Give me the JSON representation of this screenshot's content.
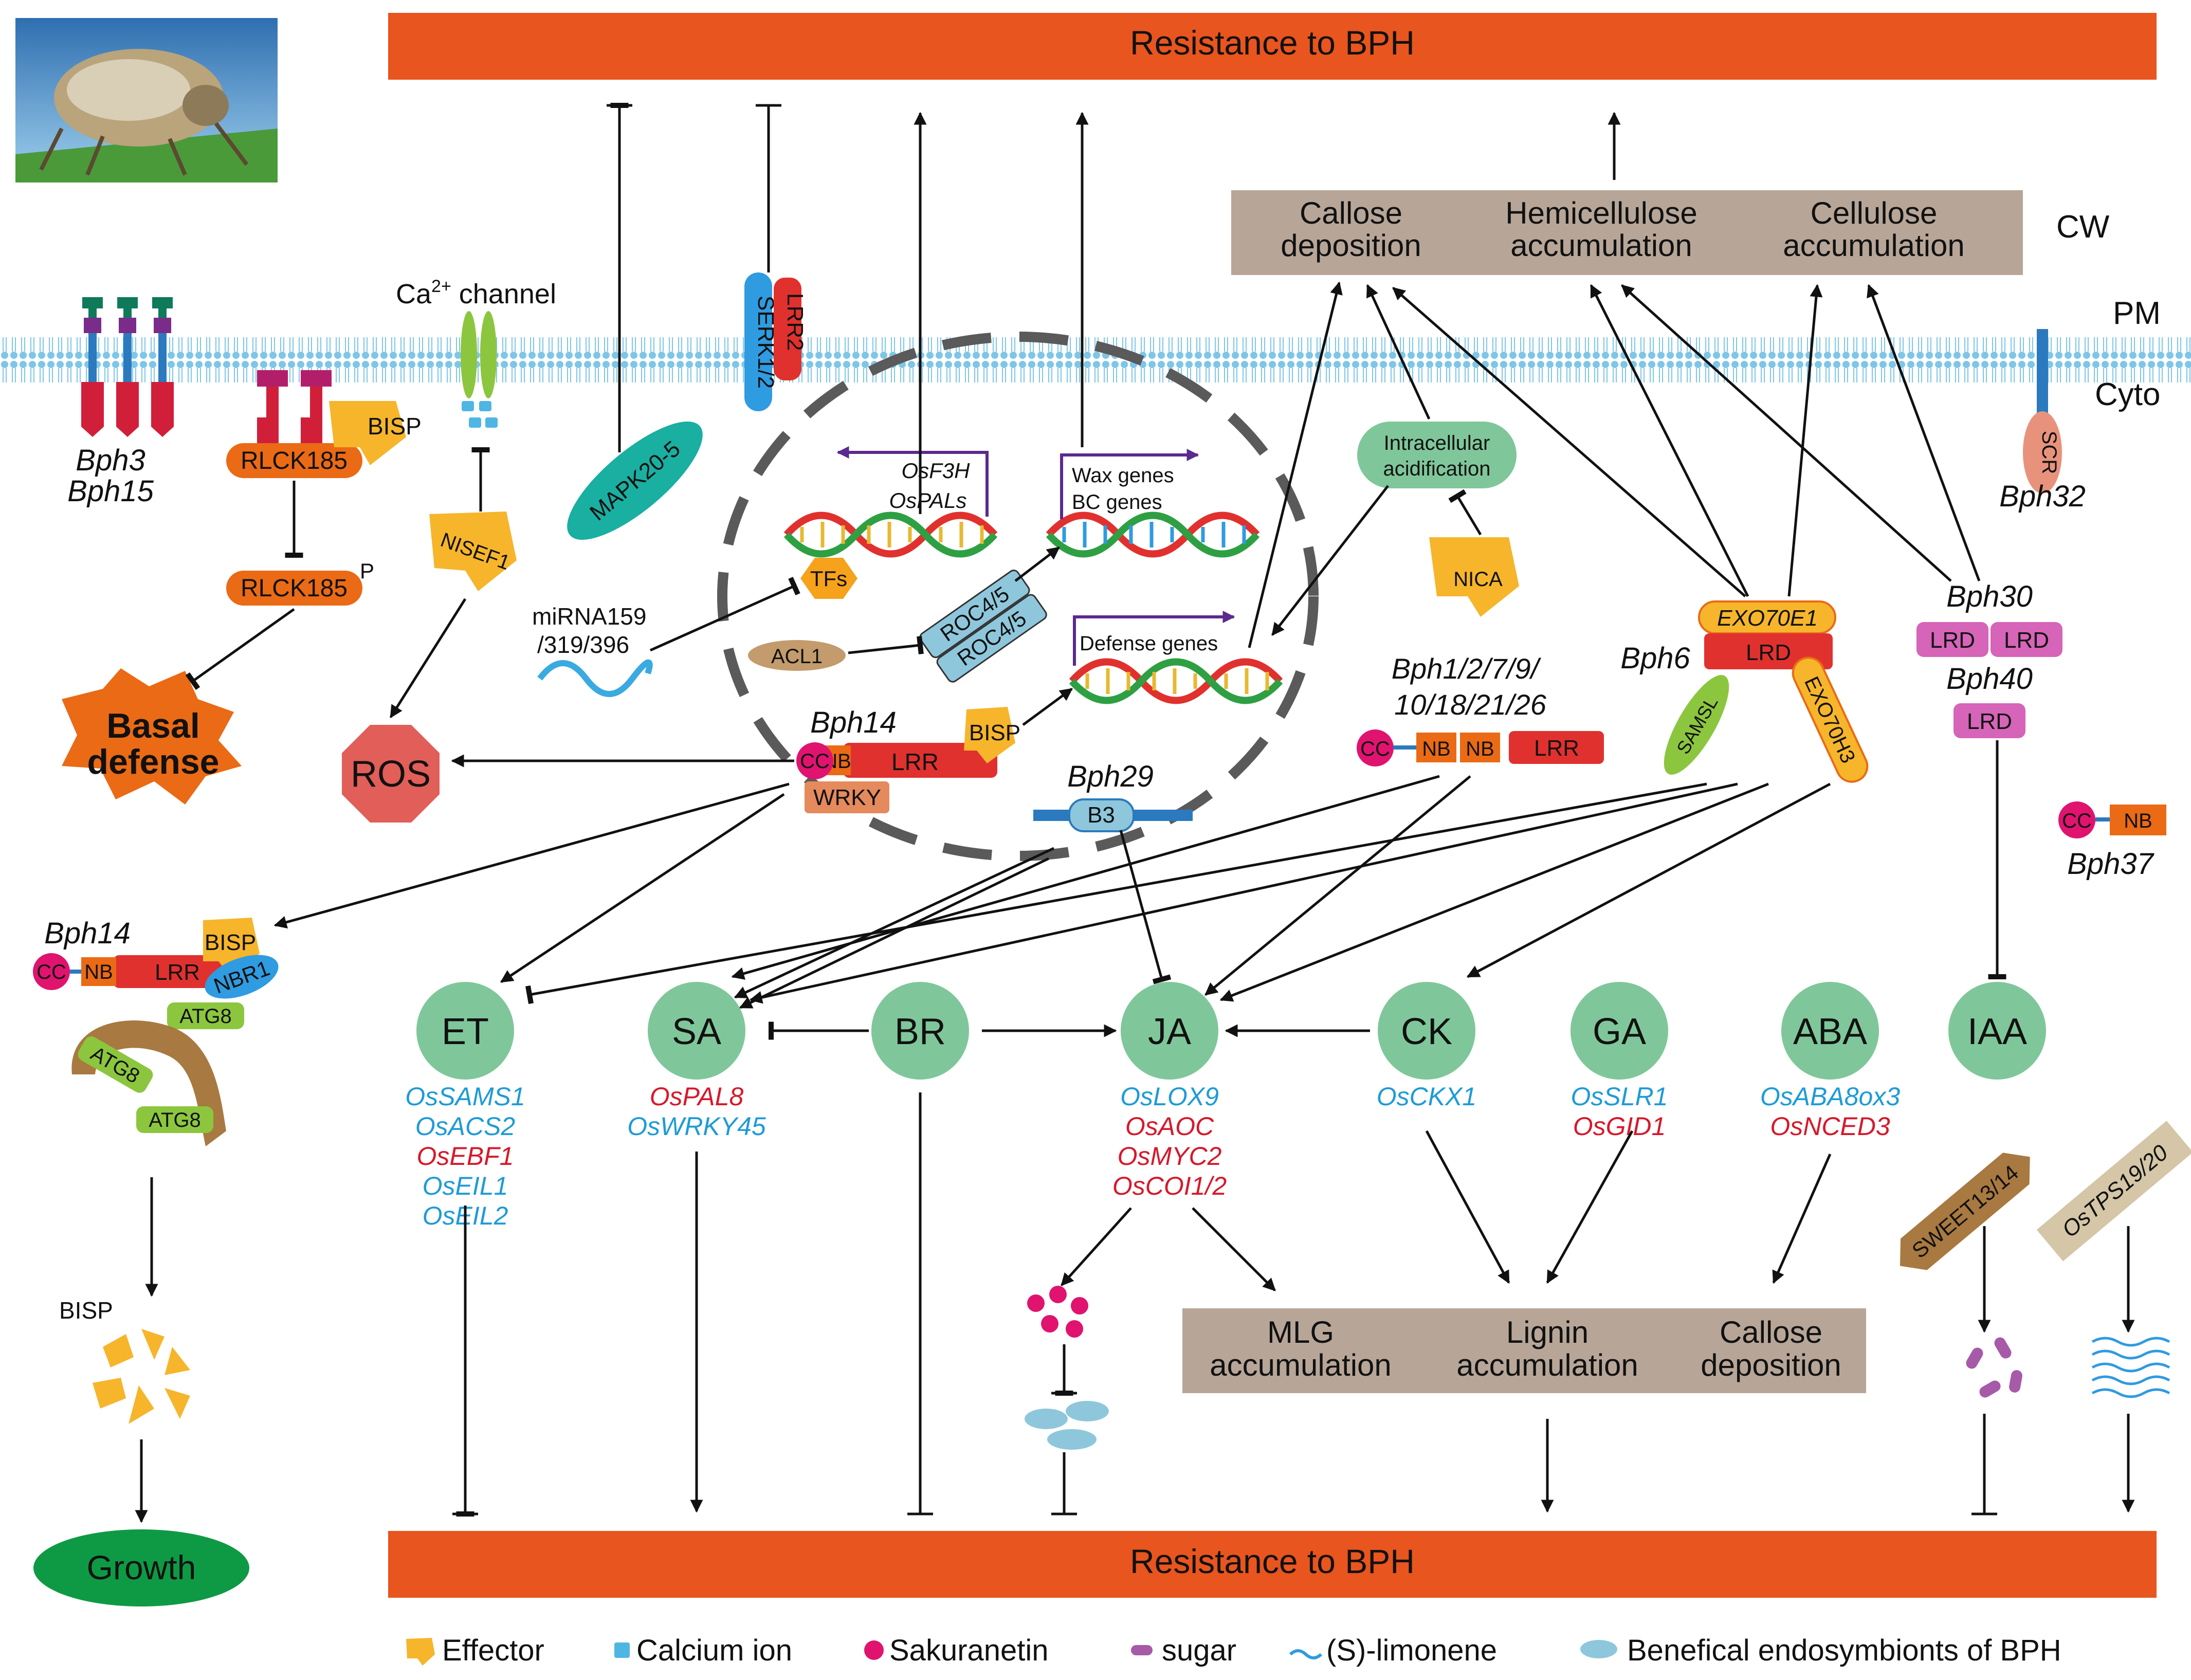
{
  "banners": {
    "top": "Resistance to BPH",
    "bottom": "Resistance to BPH"
  },
  "compartments": {
    "cw": "CW",
    "pm": "PM",
    "cyto": "Cyto"
  },
  "cell_wall_boxes": [
    {
      "line1": "Callose",
      "line2": "deposition"
    },
    {
      "line1": "Hemicellulose",
      "line2": "accumulation"
    },
    {
      "line1": "Cellulose",
      "line2": "accumulation"
    }
  ],
  "lower_boxes": [
    {
      "line1": "MLG",
      "line2": "accumulation"
    },
    {
      "line1": "Lignin",
      "line2": "accumulation"
    },
    {
      "line1": "Callose",
      "line2": "deposition"
    }
  ],
  "receptors": {
    "bph3": "Bph3",
    "bph15": "Bph15",
    "rlck185": "RLCK185",
    "rlck185_p": "RLCK185",
    "p": "P",
    "bisp": "BISP",
    "basal_line1": "Basal",
    "basal_line2": "defense",
    "ca_channel": "Ca",
    "ca_sup": "2+",
    "ca_channel_rest": " channel",
    "nisef1": "NISEF1",
    "ros": "ROS",
    "mapk": "MAPK20-5",
    "lrr2": "LRR2",
    "serk": "SERK1/2",
    "scr": "SCR",
    "bph32": "Bph32"
  },
  "nucleus": {
    "osf3h": "OsF3H",
    "ospals": "OsPALs",
    "wax_genes": "Wax genes",
    "bc_genes": "BC genes",
    "defense_genes": "Defense genes",
    "tfs": "TFs",
    "roc_top": "ROC4/5",
    "roc_bottom": "ROC4/5",
    "acl1": "ACL1",
    "mirna_line1": "miRNA159",
    "mirna_line2": "/319/396",
    "bph14": "Bph14",
    "cc": "CC",
    "nb": "NB",
    "lrr": "LRR",
    "bisp": "BISP",
    "wrky": "WRKY",
    "bph29": "Bph29",
    "b3": "B3"
  },
  "acidification": {
    "line1": "Intracellular",
    "line2": "acidification",
    "nica": "NICA"
  },
  "genes_right": {
    "bph_multi_line1": "Bph1/2/7/9/",
    "bph_multi_line2": "10/18/21/26",
    "cc": "CC",
    "nb": "NB",
    "lrr": "LRR",
    "bph6": "Bph6",
    "exo70e1": "EXO70E1",
    "lrd": "LRD",
    "samsl": "SAMSL",
    "exo70h3": "EXO70H3",
    "bph30": "Bph30",
    "bph40": "Bph40",
    "bph37": "Bph37"
  },
  "autophagy": {
    "bph14": "Bph14",
    "cc": "CC",
    "nb": "NB",
    "lrr": "LRR",
    "bisp": "BISP",
    "nbr1": "NBR1",
    "atg8": "ATG8",
    "bisp_fragment": "BISP",
    "growth": "Growth"
  },
  "hormones": [
    {
      "name": "ET",
      "genes": [
        {
          "t": "OsSAMS1",
          "c": "blue"
        },
        {
          "t": "OsACS2",
          "c": "blue"
        },
        {
          "t": "OsEBF1",
          "c": "red"
        },
        {
          "t": "OsEIL1",
          "c": "blue"
        },
        {
          "t": "OsEIL2",
          "c": "blue"
        }
      ]
    },
    {
      "name": "SA",
      "genes": [
        {
          "t": "OsPAL8",
          "c": "red"
        },
        {
          "t": "OsWRKY45",
          "c": "blue"
        }
      ]
    },
    {
      "name": "BR",
      "genes": []
    },
    {
      "name": "JA",
      "genes": [
        {
          "t": "OsLOX9",
          "c": "blue"
        },
        {
          "t": "OsAOC",
          "c": "red"
        },
        {
          "t": "OsMYC2",
          "c": "red"
        },
        {
          "t": "OsCOI1/2",
          "c": "red"
        }
      ]
    },
    {
      "name": "CK",
      "genes": [
        {
          "t": "OsCKX1",
          "c": "blue"
        }
      ]
    },
    {
      "name": "GA",
      "genes": [
        {
          "t": "OsSLR1",
          "c": "blue"
        },
        {
          "t": "OsGID1",
          "c": "red"
        }
      ]
    },
    {
      "name": "ABA",
      "genes": [
        {
          "t": "OsABA8ox3",
          "c": "blue"
        },
        {
          "t": "OsNCED3",
          "c": "red"
        }
      ]
    },
    {
      "name": "IAA",
      "genes": []
    }
  ],
  "transporters": {
    "sweet": "SWEET13/14",
    "tps": "OsTPS19/20"
  },
  "legend": [
    {
      "label": "Effector"
    },
    {
      "label": "Calcium ion"
    },
    {
      "label": "Sakuranetin"
    },
    {
      "label": "sugar"
    },
    {
      "label": "(S)-limonene"
    },
    {
      "label": "Benefical endosymbionts of BPH"
    }
  ],
  "colors": {
    "banner": "#E8551E",
    "cw_box": "#B7A698",
    "hormone": "#7FC79A",
    "orange": "#EA6A15",
    "effector": "#F6B52B",
    "magenta": "#E0136F",
    "red": "#E0312E",
    "pink": "#D664B8",
    "ros": "#E25E58",
    "teal": "#19AFA1",
    "gene_blue": "#1E9BD7",
    "gene_red": "#D7182A",
    "growth": "#0E9A44",
    "bluegray": "#8EC7DC",
    "tan": "#D4C6A6",
    "brown": "#A87940",
    "sugar": "#A65AA8",
    "membrane": "#7EC6E8"
  }
}
